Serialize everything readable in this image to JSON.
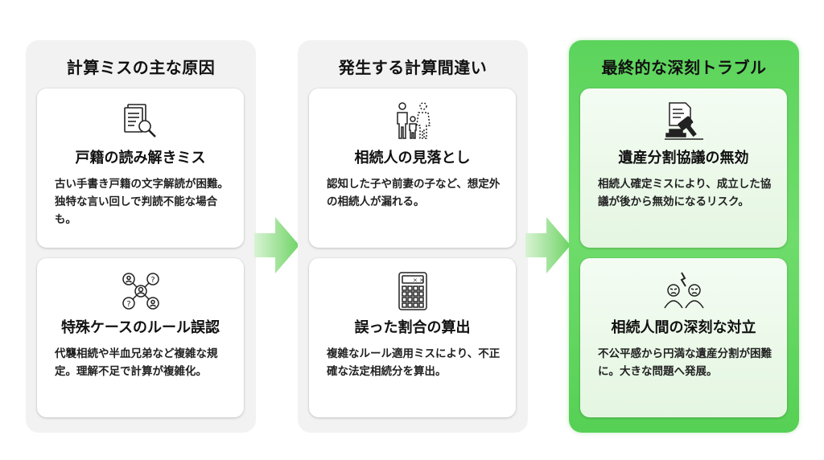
{
  "columns": [
    {
      "title": "計算ミスの主な原因",
      "cards": [
        {
          "icon": "document-search-icon",
          "title": "戸籍の読み解きミス",
          "text": "古い手書き戸籍の文字解読が困難。独特な言い回しで判読不能な場合も。"
        },
        {
          "icon": "people-question-icon",
          "title": "特殊ケースのルール誤認",
          "text": "代襲相続や半血兄弟など複雑な規定。理解不足で計算が複雑化。"
        }
      ]
    },
    {
      "title": "発生する計算間違い",
      "cards": [
        {
          "icon": "family-missing-icon",
          "title": "相続人の見落とし",
          "text": "認知した子や前妻の子など、想定外の相続人が漏れる。"
        },
        {
          "icon": "calculator-icon",
          "title": "誤った割合の算出",
          "text": "複雑なルール適用ミスにより、不正確な法定相続分を算出。"
        }
      ]
    },
    {
      "title": "最終的な深刻トラブル",
      "cards": [
        {
          "icon": "gavel-document-icon",
          "title": "遺産分割協議の無効",
          "text": "相続人確定ミスにより、成立した協議が後から無効になるリスク。"
        },
        {
          "icon": "conflict-faces-icon",
          "title": "相続人間の深刻な対立",
          "text": "不公平感から円満な遺産分割が困難に。大きな問題へ発展。"
        }
      ]
    }
  ],
  "colors": {
    "accent": "#5cd45c",
    "panel": "#f2f2f2",
    "arrow": "#7ddc72"
  }
}
